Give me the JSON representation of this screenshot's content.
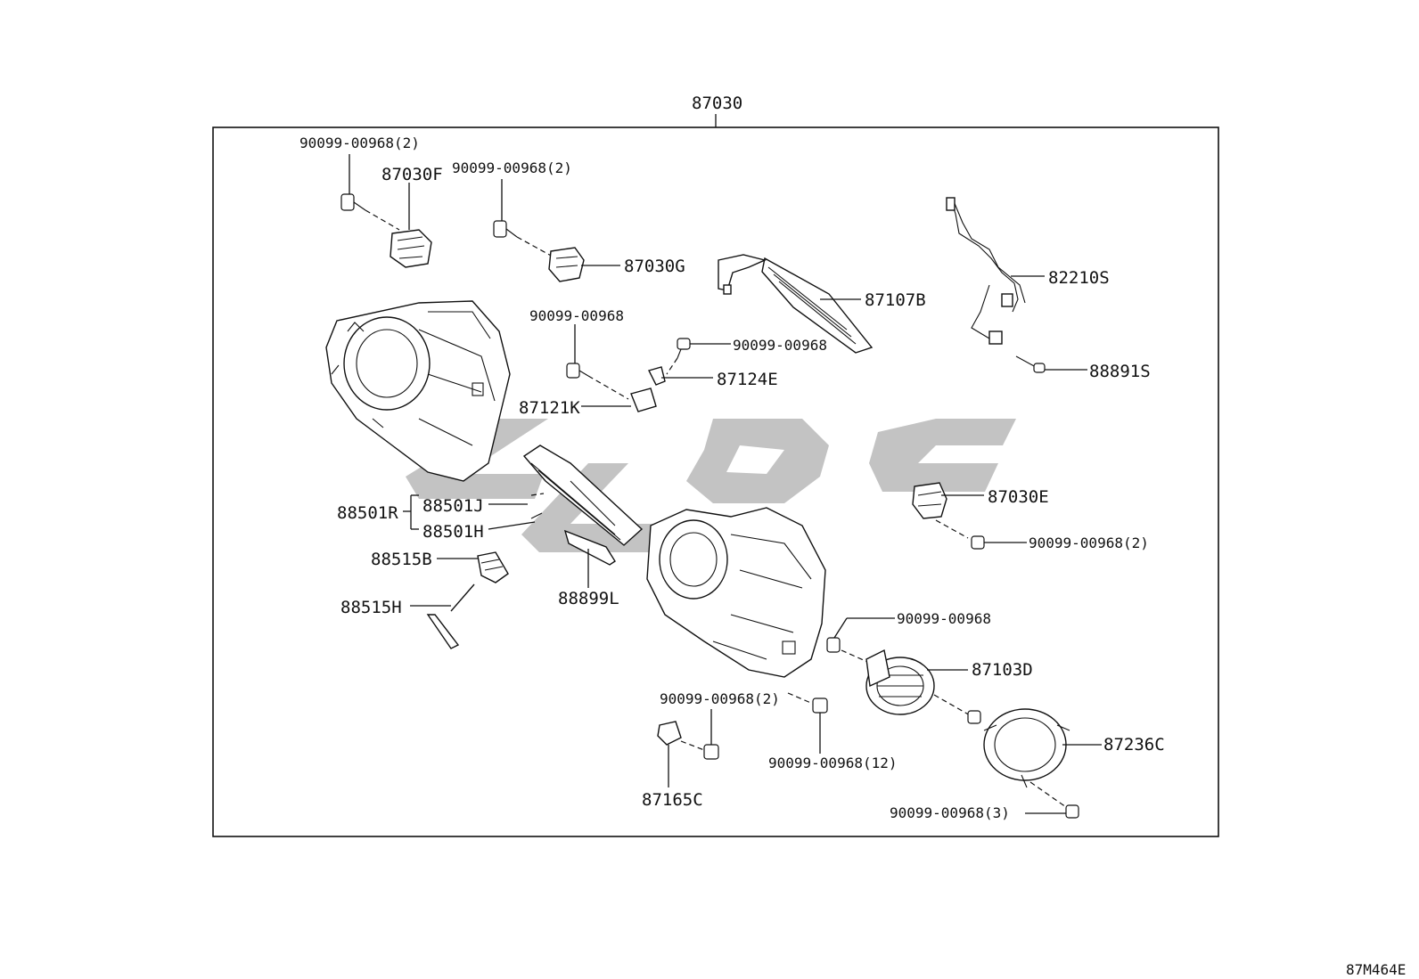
{
  "diagram_code": "87M464E",
  "assembly": {
    "part_no": "87030"
  },
  "labels": {
    "screw_top_left": "90099-00968(2)",
    "p87030F": "87030F",
    "screw_top_mid": "90099-00968(2)",
    "p87030G": "87030G",
    "p87107B": "87107B",
    "p82210S": "82210S",
    "p88891S": "88891S",
    "screw_bracket_left": "90099-00968",
    "screw_bracket_right": "90099-00968",
    "p87124E": "87124E",
    "p87121K": "87121K",
    "p88501R": "88501R",
    "p88501J": "88501J",
    "p88501H": "88501H",
    "p88515B": "88515B",
    "p88515H": "88515H",
    "p88899L": "88899L",
    "p87030E": "87030E",
    "screw_87030E": "90099-00968(2)",
    "screw_blower_top": "90099-00968",
    "p87103D": "87103D",
    "screw_87165C": "90099-00968(2)",
    "screw_case": "90099-00968(12)",
    "p87236C": "87236C",
    "p87165C": "87165C",
    "screw_87236C": "90099-00968(3)"
  },
  "watermark_color": "#b9b9b9"
}
